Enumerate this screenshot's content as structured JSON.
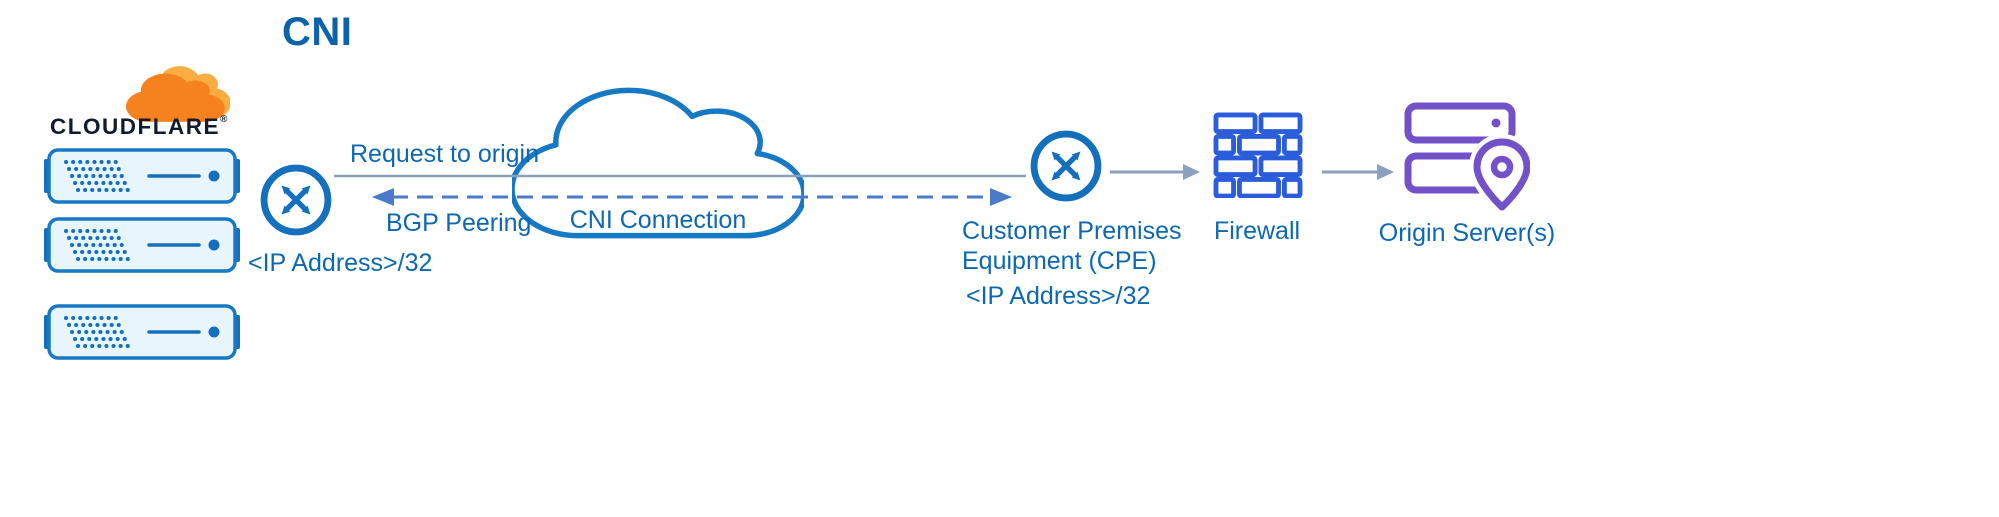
{
  "title": "CNI",
  "colors": {
    "text_blue": "#0d68b2",
    "icon_blue": "#1470bd",
    "cloud_stroke": "#1779c4",
    "dashed_blue": "#4a7bc8",
    "line_gray_blue": "#8aa0bd",
    "firewall_blue": "#2b5cd9",
    "origin_purple": "#7251c9",
    "cloudflare_orange": "#f6821f",
    "cloudflare_orange_light": "#fbad41",
    "server_fill": "#e9f5fc"
  },
  "cloudflare": {
    "wordmark": "CLOUDFLARE",
    "trademark": "®",
    "server_count": 3
  },
  "left_router": {
    "icon": "router-icon",
    "ip_label": "<IP Address>/32"
  },
  "links": {
    "request_label": "Request to origin",
    "bgp_label": "BGP Peering"
  },
  "cloud": {
    "label": "CNI Connection"
  },
  "cpe": {
    "icon": "router-icon",
    "name_line1": "Customer Premises",
    "name_line2": "Equipment (CPE)",
    "ip_label": "<IP Address>/32"
  },
  "firewall": {
    "label": "Firewall"
  },
  "origin": {
    "label": "Origin Server(s)"
  }
}
